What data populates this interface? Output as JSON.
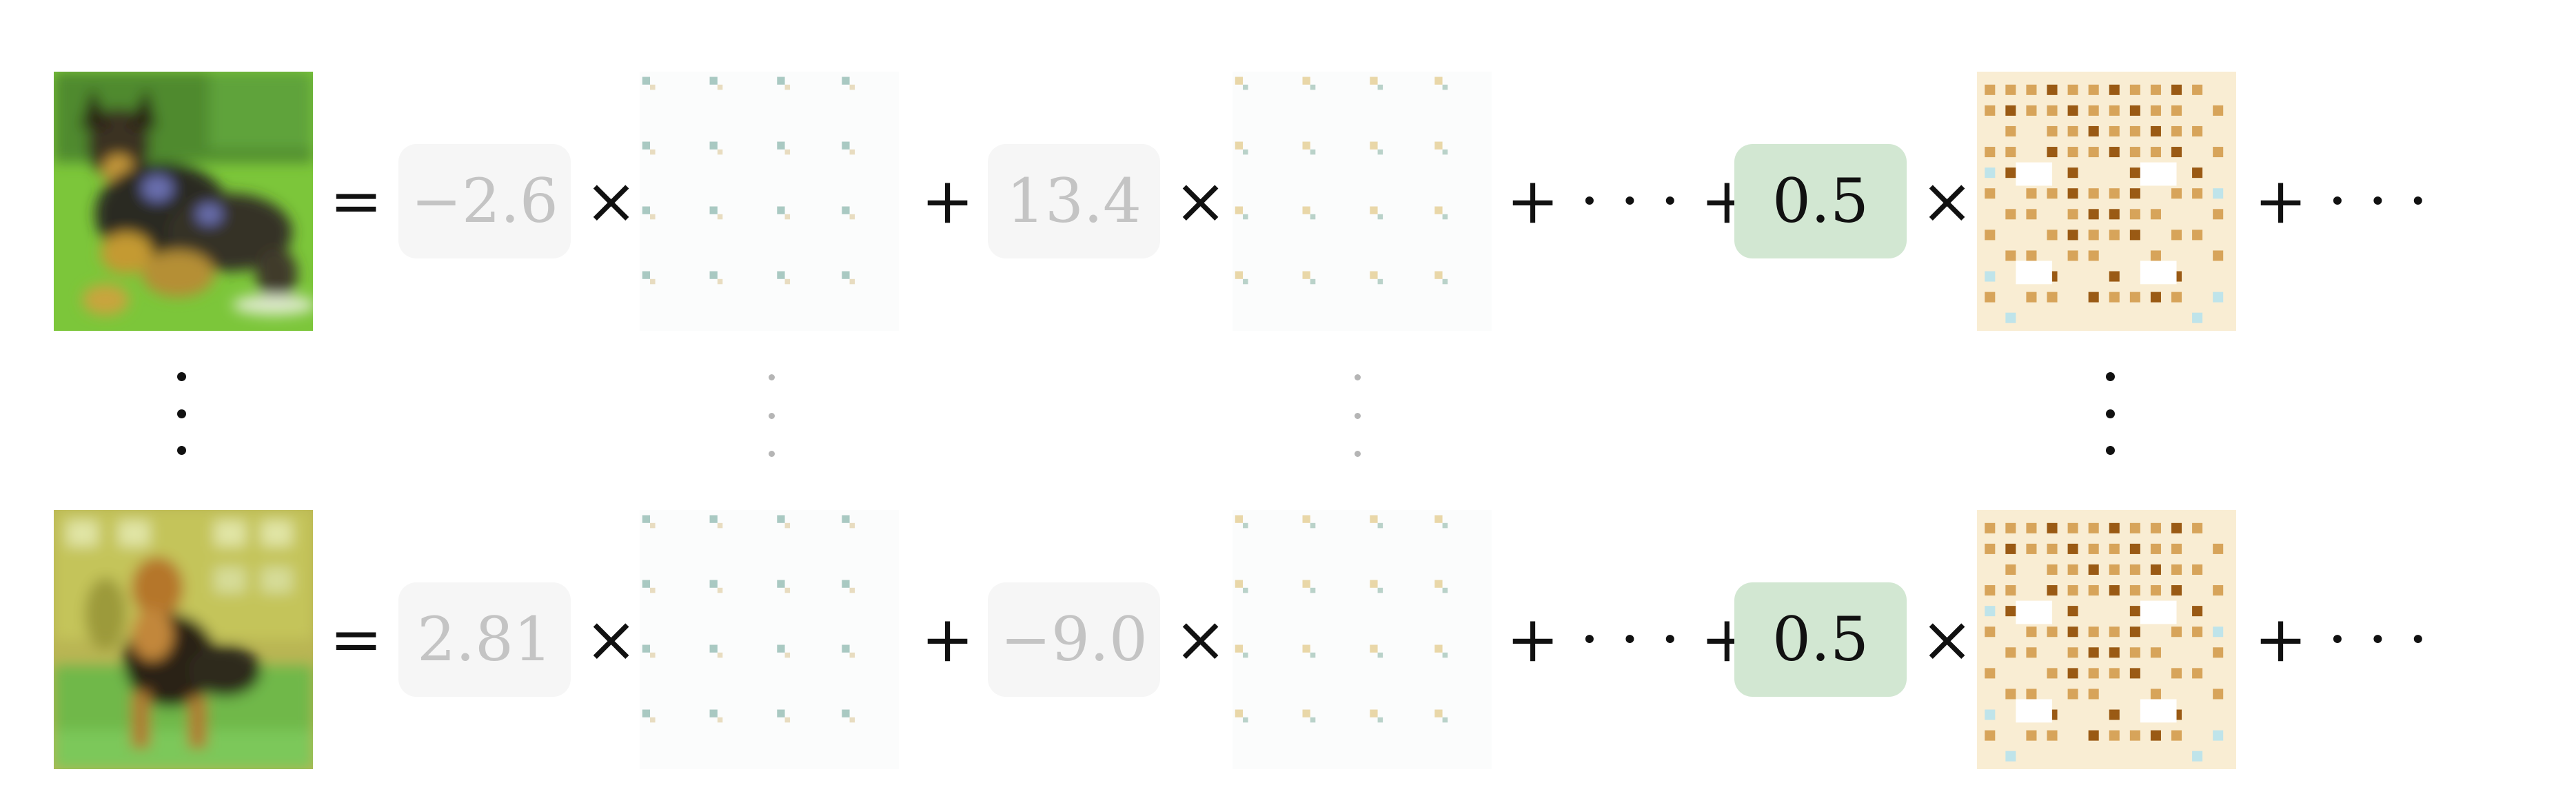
{
  "rows": [
    {
      "input_image": "photo-german-shepherd-puppy",
      "equals": "=",
      "terms": [
        {
          "coeff": "−2.6",
          "times": "×",
          "highlighted": false,
          "plus": "+"
        },
        {
          "coeff": "13.4",
          "times": "×",
          "highlighted": false,
          "plus": "+ · · · +"
        },
        {
          "coeff": "0.5",
          "times": "×",
          "highlighted": true,
          "plus": "+ · · ·"
        }
      ]
    },
    {
      "input_image": "photo-yorkshire-terrier",
      "equals": "=",
      "terms": [
        {
          "coeff": "2.81",
          "times": "×",
          "highlighted": false,
          "plus": "+"
        },
        {
          "coeff": "−9.0",
          "times": "×",
          "highlighted": false,
          "plus": "+ · · · +"
        },
        {
          "coeff": "0.5",
          "times": "×",
          "highlighted": true,
          "plus": "+ · · ·"
        }
      ]
    }
  ],
  "colors": {
    "highlight_bg": "#d2e7d2",
    "faint_bg": "#f6f6f6",
    "faint_text": "#c4c4c4",
    "basis_dark": "#9a5a14",
    "basis_mid": "#d7a45a",
    "basis_light": "#f1dcb0",
    "basis_cyan": "#bfe4ea"
  }
}
